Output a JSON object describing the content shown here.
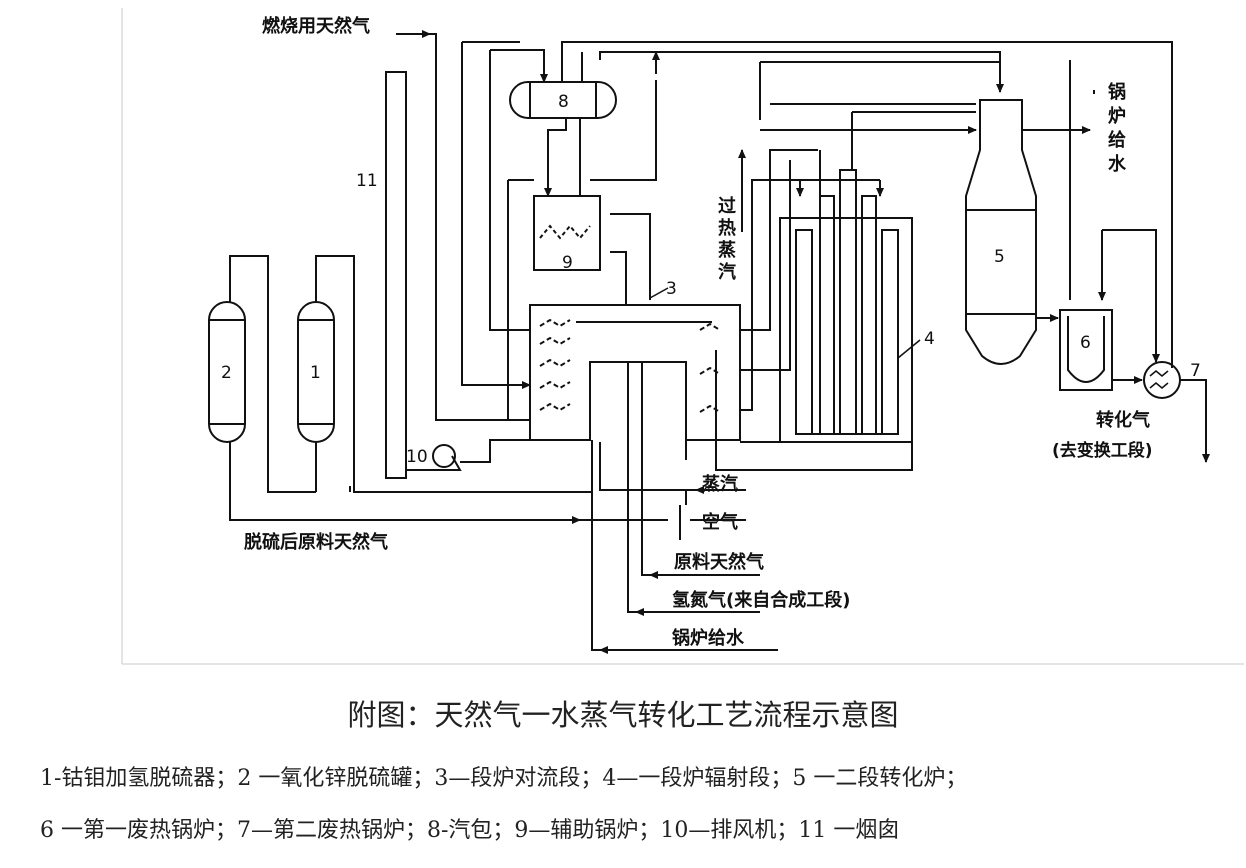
{
  "caption": "附图：天然气一水蒸气转化工艺流程示意图",
  "legend": {
    "line1": "1-钴钼加氢脱硫器；2 一氧化锌脱硫罐；3—段炉对流段；4—一段炉辐射段；5 一二段转化炉；",
    "line2": "6 一第一废热锅炉；7—第二废热锅炉；8-汽包；9—辅助锅炉；10—排风机；11 一烟囱"
  },
  "labels": {
    "fuel_gas": "燃烧用天然气",
    "desulf_feed_gas": "脱硫后原料天然气",
    "superheated_steam": [
      "过",
      "热",
      "蒸",
      "汽"
    ],
    "boiler_feed_water_top": [
      "锅",
      "炉",
      "给",
      "水"
    ],
    "reformed_gas": "转化气",
    "to_shift": "(去变换工段)",
    "steam_in": "蒸汽",
    "air_in": "空气",
    "feed_gas_in": "原料天然气",
    "hn_gas_in": "氢氮气(来自合成工段)",
    "boiler_feed_water_bottom": "锅炉给水"
  },
  "equipment": {
    "n1": "1",
    "n2": "2",
    "n3": "3",
    "n4": "4",
    "n5": "5",
    "n6": "6",
    "n7": "7",
    "n8": "8",
    "n9": "9",
    "n10": "10",
    "n11": "11"
  }
}
